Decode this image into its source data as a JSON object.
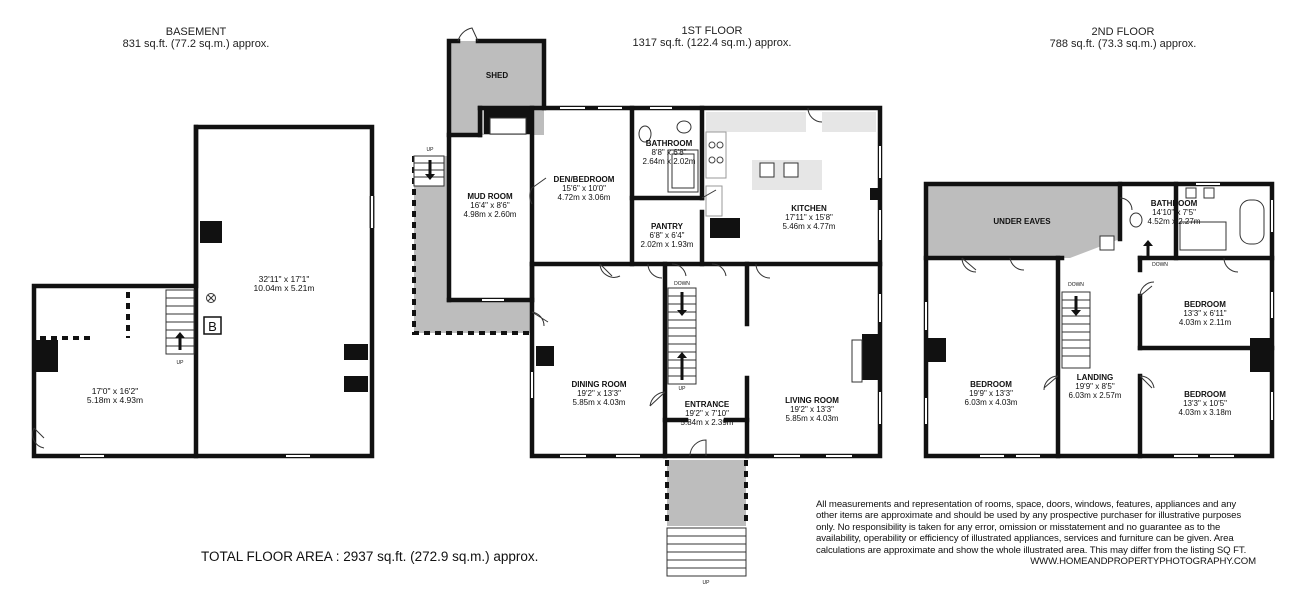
{
  "floors": {
    "basement": {
      "title": "BASEMENT",
      "area": "831 sq.ft. (77.2 sq.m.) approx."
    },
    "first": {
      "title": "1ST FLOOR",
      "area": "1317 sq.ft. (122.4 sq.m.) approx."
    },
    "second": {
      "title": "2ND FLOOR",
      "area": "788 sq.ft. (73.3 sq.m.) approx."
    }
  },
  "rooms": {
    "basement_main": {
      "name": "",
      "dim1": "32'11\" x 17'1\"",
      "dim2": "10.04m x 5.21m"
    },
    "basement_side": {
      "name": "",
      "dim1": "17'0\" x 16'2\"",
      "dim2": "5.18m x 4.93m"
    },
    "shed": {
      "name": "SHED"
    },
    "mud_room": {
      "name": "MUD ROOM",
      "dim1": "16'4\" x 8'6\"",
      "dim2": "4.98m x 2.60m"
    },
    "den_bedroom": {
      "name": "DEN/BEDROOM",
      "dim1": "15'6\" x 10'0\"",
      "dim2": "4.72m x 3.06m"
    },
    "bathroom_1": {
      "name": "BATHROOM",
      "dim1": "8'8\" x 6'8\"",
      "dim2": "2.64m x 2.02m"
    },
    "kitchen": {
      "name": "KITCHEN",
      "dim1": "17'11\" x 15'8\"",
      "dim2": "5.46m x 4.77m"
    },
    "pantry": {
      "name": "PANTRY",
      "dim1": "6'8\" x 6'4\"",
      "dim2": "2.02m x 1.93m"
    },
    "dining_room": {
      "name": "DINING ROOM",
      "dim1": "19'2\" x 13'3\"",
      "dim2": "5.85m x 4.03m"
    },
    "entrance": {
      "name": "ENTRANCE",
      "dim1": "19'2\" x 7'10\"",
      "dim2": "5.84m x 2.39m"
    },
    "living_room": {
      "name": "LIVING ROOM",
      "dim1": "19'2\" x 13'3\"",
      "dim2": "5.85m x 4.03m"
    },
    "under_eaves": {
      "name": "UNDER EAVES"
    },
    "bathroom_2": {
      "name": "BATHROOM",
      "dim1": "14'10\" x 7'5\"",
      "dim2": "4.52m x 2.27m"
    },
    "bedroom_a": {
      "name": "BEDROOM",
      "dim1": "19'9\" x 13'3\"",
      "dim2": "6.03m x 4.03m"
    },
    "landing": {
      "name": "LANDING",
      "dim1": "19'9\" x 8'5\"",
      "dim2": "6.03m x 2.57m"
    },
    "bedroom_b": {
      "name": "BEDROOM",
      "dim1": "13'3\" x 6'11\"",
      "dim2": "4.03m x 2.11m"
    },
    "bedroom_c": {
      "name": "BEDROOM",
      "dim1": "13'3\" x 10'5\"",
      "dim2": "4.03m x 3.18m"
    }
  },
  "markers": {
    "up": "UP",
    "down": "DOWN",
    "b": "B"
  },
  "total": "TOTAL FLOOR AREA : 2937 sq.ft. (272.9 sq.m.) approx.",
  "disclaimer": {
    "text": "All measurements and representation of rooms, space, doors, windows, features, appliances and any other items are approximate and should be used by any prospective purchaser for illustrative purposes only.  No responsibility is taken for any error, omission or misstatement and no guarantee as to the availability, operability or efficiency of illustrated appliances, services and furniture can be given.  Area calculations are approximate and show the whole illustrated area. This may differ from the listing SQ FT.",
    "url": "WWW.HOMEANDPROPERTYPHOTOGRAPHY.COM"
  }
}
